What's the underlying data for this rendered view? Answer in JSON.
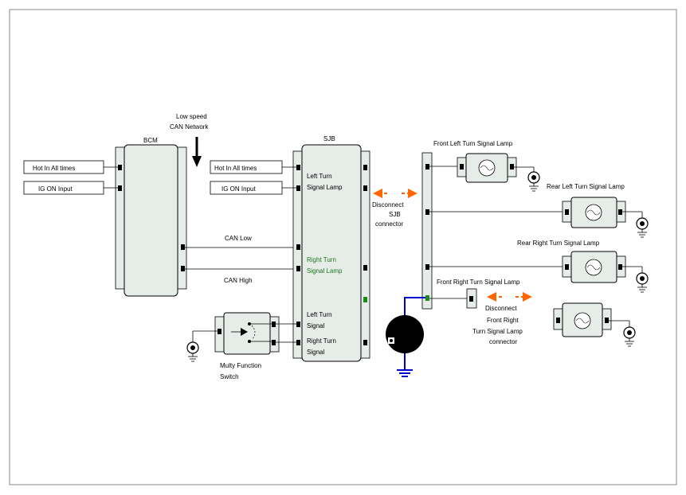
{
  "bcm": {
    "title": "BCM",
    "inputs": [
      "Hot In All times",
      "IG ON Input"
    ],
    "can_low": "CAN Low",
    "can_high": "CAN High"
  },
  "can_network": [
    "Low speed",
    "CAN Network"
  ],
  "sjb": {
    "title": "SJB",
    "inputs": [
      "Hot In All times",
      "IG ON Input"
    ],
    "left_turn_lamp": [
      "Left Turn",
      "Signal Lamp"
    ],
    "right_turn_lamp": [
      "Right Turn",
      "Signal Lamp"
    ],
    "left_turn_signal": [
      "Left Turn",
      "Signal"
    ],
    "right_turn_signal": [
      "Right Turn",
      "Signal"
    ]
  },
  "disconnect_sjb": [
    "Disconnect",
    "SJB",
    "connector"
  ],
  "multi_function_switch": [
    "Multy Function",
    "Switch"
  ],
  "lamps": {
    "front_left": "Front Left Turn Signal Lamp",
    "rear_left": "Rear Left Turn Signal Lamp",
    "rear_right": "Rear Right Turn Signal Lamp",
    "front_right": "Front Right Turn Signal Lamp"
  },
  "disconnect_front_right": [
    "Disconnect",
    "Front Right",
    "Turn Signal Lamp",
    "connector"
  ],
  "colors": {
    "panel": "#e6ece8",
    "outline": "#000000",
    "arrow": "#ff6600",
    "ground_wire": "#0000cc",
    "active_pin": "#1a8a1a",
    "right_turn_text": "#1a7a1a"
  }
}
